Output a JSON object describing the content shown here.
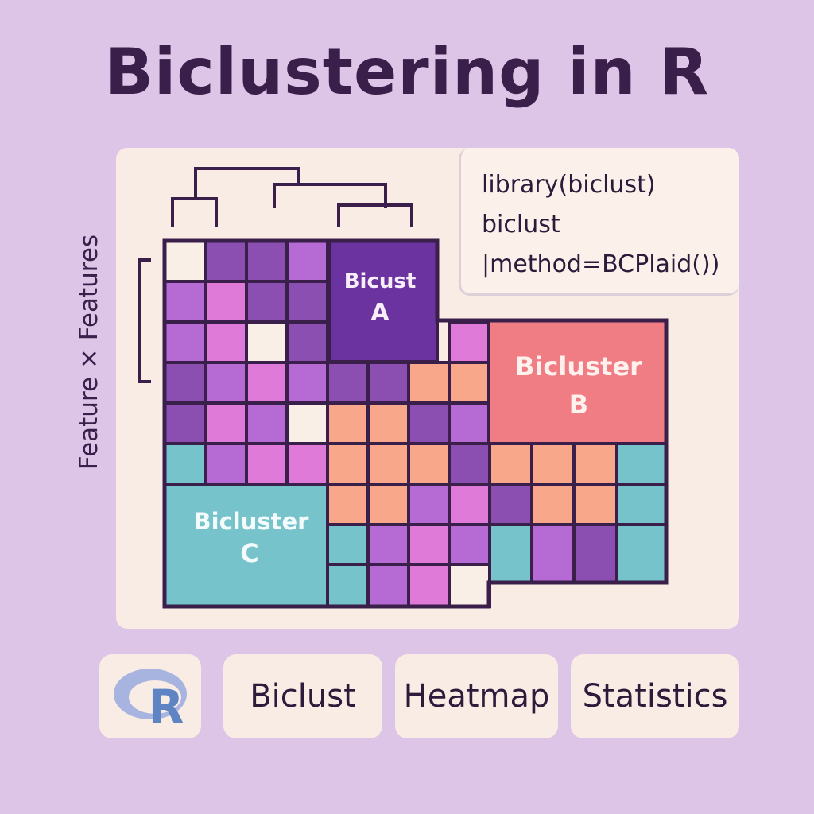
{
  "title": "Biclustering in R",
  "y_axis_label": "Feature × Features",
  "code": {
    "lines": [
      "library(biclust)",
      "biclust",
      "|method=BCPlaid())"
    ]
  },
  "biclusters": {
    "a": {
      "line1": "Bicust",
      "line2": "A",
      "color": "#6b33a0"
    },
    "b": {
      "line1": "Bicluster",
      "line2": "B",
      "color": "#f07c84"
    },
    "c": {
      "line1": "Bicluster",
      "line2": "C",
      "color": "#76c3cb"
    }
  },
  "chips": [
    {
      "icon": "r-logo-icon",
      "letter": "R"
    },
    {
      "label": "Biclust"
    },
    {
      "label": "Heatmap"
    },
    {
      "label": "Statistics"
    }
  ],
  "colors": {
    "background": "#dcc5e6",
    "title": "#3b1f4b",
    "panel": "#f8ece4",
    "outline": "#3b1f4b",
    "cream": "#f9efe6",
    "dark_purple": "#8a4fb0",
    "purple": "#b56ad4",
    "pink": "#e07ad8",
    "orange": "#f9a78a",
    "teal": "#76c3cb"
  }
}
